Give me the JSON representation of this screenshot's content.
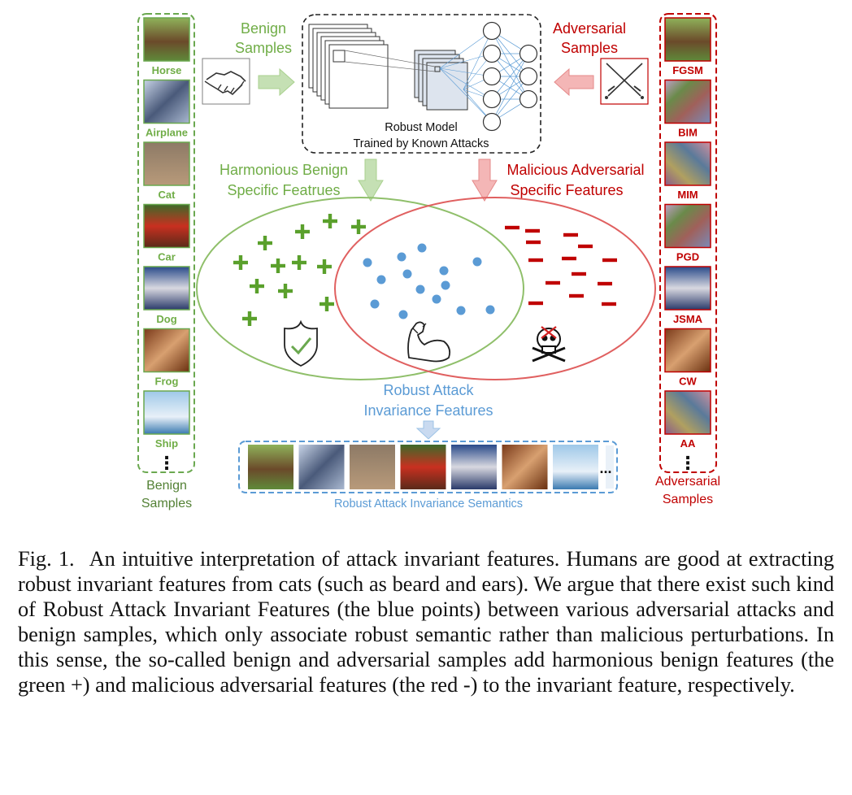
{
  "colors": {
    "benign_green": "#6aa84f",
    "benign_text": "#70ad47",
    "adversarial_red": "#c00000",
    "invariance_blue": "#5b9bd5",
    "plus_green": "#5aa02c",
    "minus_red": "#c00000"
  },
  "icons": {
    "benign_source": "handshake-icon",
    "adversarial_source": "crossed-swords-icon",
    "benign_region": "shield-check-icon",
    "shared_region": "flexed-arm-icon",
    "adversarial_region": "skull-icon"
  },
  "left_column": {
    "items": [
      "Horse",
      "Airplane",
      "Cat",
      "Car",
      "Dog",
      "Frog",
      "Ship"
    ],
    "more": "⋮",
    "caption": [
      "Benign",
      "Samples"
    ]
  },
  "right_column": {
    "items": [
      "FGSM",
      "BIM",
      "MIM",
      "PGD",
      "JSMA",
      "CW",
      "AA"
    ],
    "more": "⋮",
    "caption": [
      "Adversarial",
      "Samples"
    ]
  },
  "top": {
    "benign_label": [
      "Benign",
      "Samples"
    ],
    "adversarial_label": [
      "Adversarial",
      "Samples"
    ],
    "model_label": [
      "Robust Model",
      "Trained by Known Attacks"
    ]
  },
  "middle": {
    "benign_features": [
      "Harmonious Benign",
      "Specific Featrues"
    ],
    "adversarial_features": [
      "Malicious Adversarial",
      "Specific Features"
    ],
    "invariance_features": [
      "Robust Attack",
      "Invariance Features"
    ]
  },
  "bottom": {
    "strip_more": "...",
    "strip_caption": "Robust Attack Invariance Semantics"
  },
  "caption": {
    "label": "Fig. 1.",
    "text": "An intuitive interpretation of attack invariant features. Humans are good at extracting robust invariant features from cats (such as beard and ears). We argue that there exist such kind of Robust Attack Invariant Features (the blue points) between various adversarial attacks and benign samples, which only associate robust semantic rather than malicious perturbations. In this sense, the so-called benign and adversarial samples add harmonious benign features (the green +) and malicious adversarial features (the red -) to the invariant feature, respectively."
  }
}
